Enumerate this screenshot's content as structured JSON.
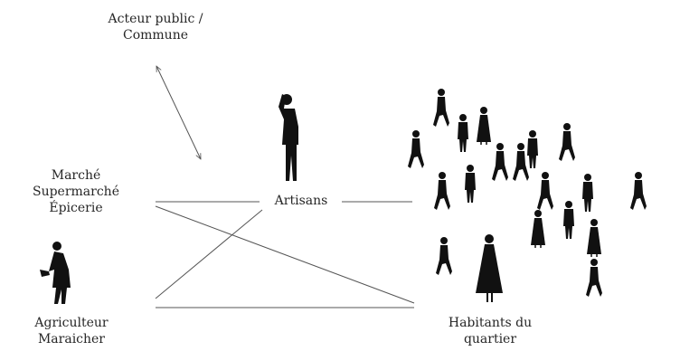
{
  "nodes": {
    "acteur_public": {
      "line1": "Acteur public /",
      "line2": "Commune"
    },
    "marche": {
      "line1": "Marché",
      "line2": "Supermarché",
      "line3": "Épicerie"
    },
    "artisans": {
      "label": "Artisans"
    },
    "agriculteur": {
      "line1": "Agriculteur",
      "line2": "Maraicher"
    },
    "habitants": {
      "line1": "Habitants du",
      "line2": "quartier"
    }
  },
  "colors": {
    "line": "#555555",
    "figure": "#111111",
    "text": "#262626",
    "background": "#ffffff"
  },
  "icons": {
    "people": "person-silhouette-icon"
  }
}
